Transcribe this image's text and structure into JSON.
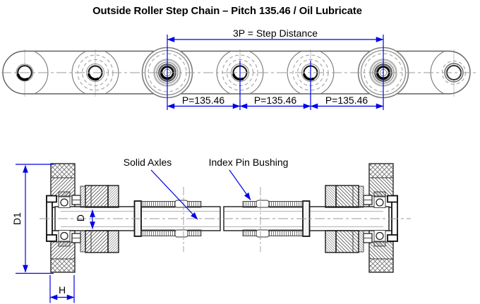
{
  "title": "Outside Roller Step Chain – Pitch 135.46 / Oil Lubricate",
  "top_view": {
    "step_distance_label": "3P = Step Distance",
    "pitch_labels": [
      "P=135.46",
      "P=135.46",
      "P=135.46"
    ]
  },
  "section_view": {
    "solid_axles_label": "Solid Axles",
    "index_pin_bushing_label": "Index Pin Bushing",
    "dim_labels": {
      "roller_diameter": "D1",
      "bore_diameter": "D",
      "hub_width": "H"
    }
  },
  "colors": {
    "dimension_blue": "#0000e8",
    "drawing_line": "#1a1a1a",
    "chain_line": "#606060",
    "background": "#ffffff"
  }
}
